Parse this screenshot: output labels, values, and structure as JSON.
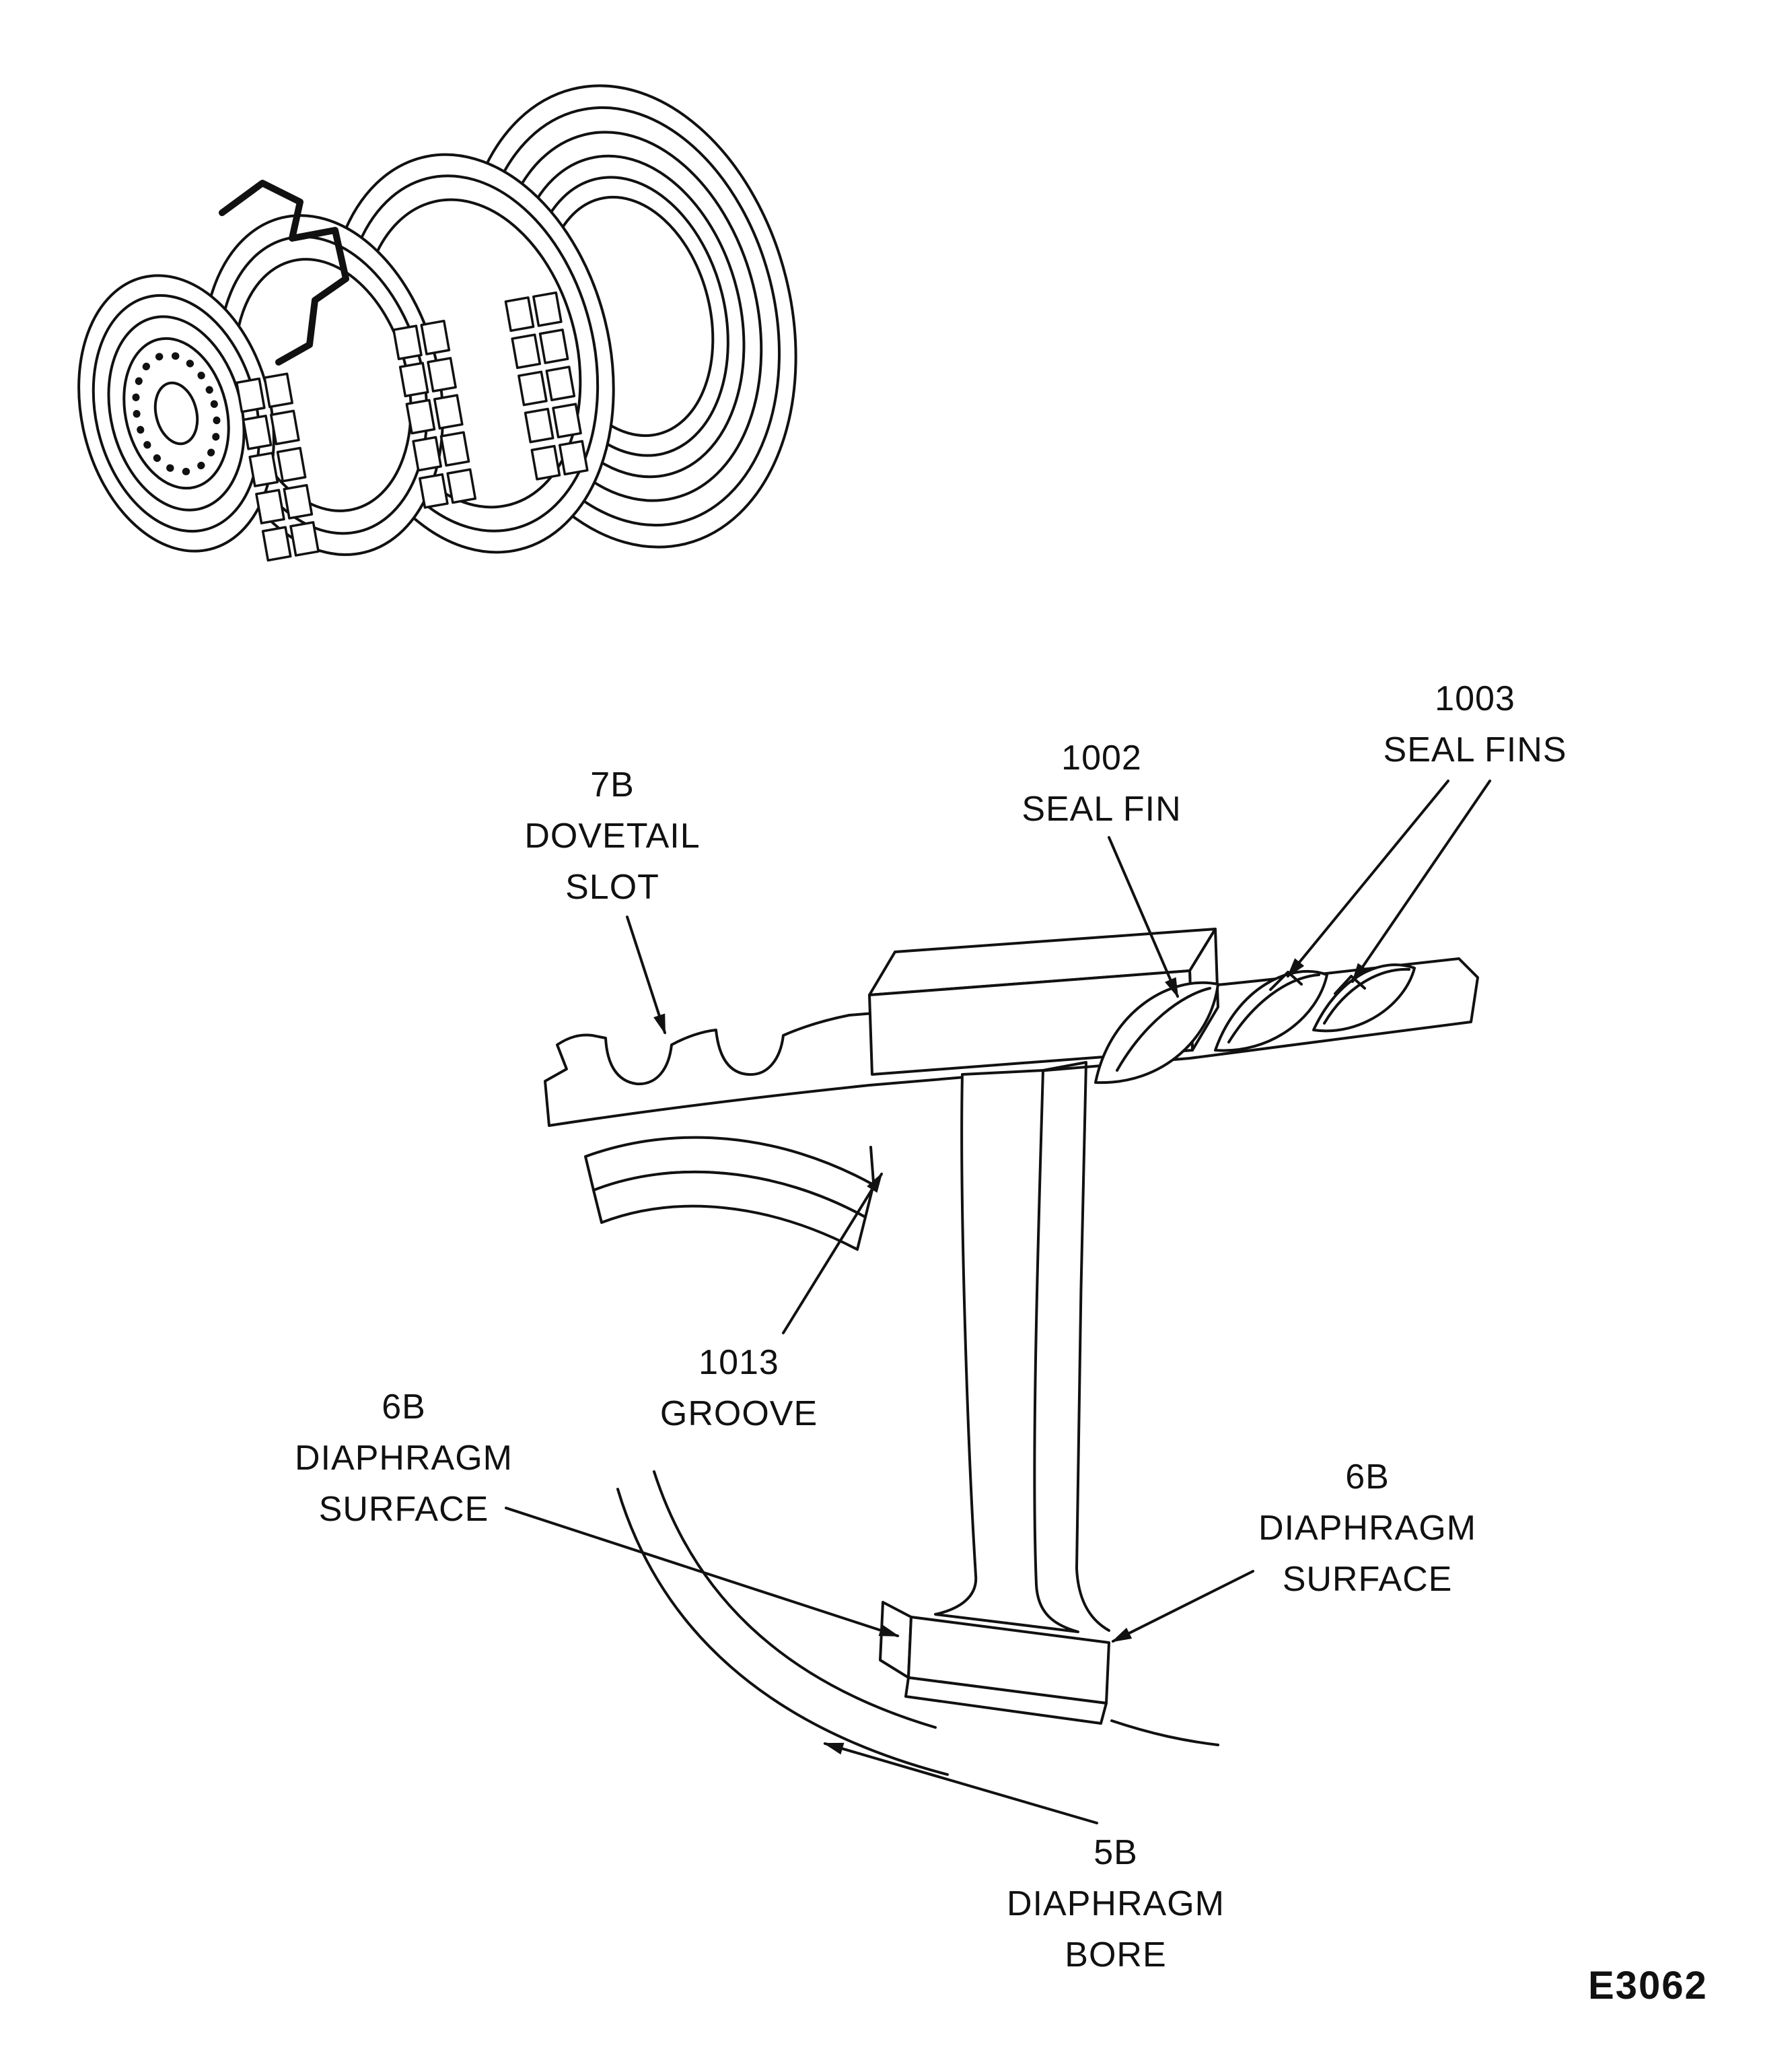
{
  "figure_code": "E3062",
  "colors": {
    "ink": "#111111",
    "paper": "#ffffff"
  },
  "callouts": {
    "dovetail_slot": {
      "ref": "7B",
      "line1": "DOVETAIL",
      "line2": "SLOT"
    },
    "seal_fin": {
      "ref": "1002",
      "line1": "SEAL FIN"
    },
    "seal_fins": {
      "ref": "1003",
      "line1": "SEAL FINS"
    },
    "groove": {
      "ref": "1013",
      "line1": "GROOVE"
    },
    "diaphragm_surface_left": {
      "ref": "6B",
      "line1": "DIAPHRAGM",
      "line2": "SURFACE"
    },
    "diaphragm_surface_right": {
      "ref": "6B",
      "line1": "DIAPHRAGM",
      "line2": "SURFACE"
    },
    "diaphragm_bore": {
      "ref": "5B",
      "line1": "DIAPHRAGM",
      "line2": "BORE"
    }
  }
}
